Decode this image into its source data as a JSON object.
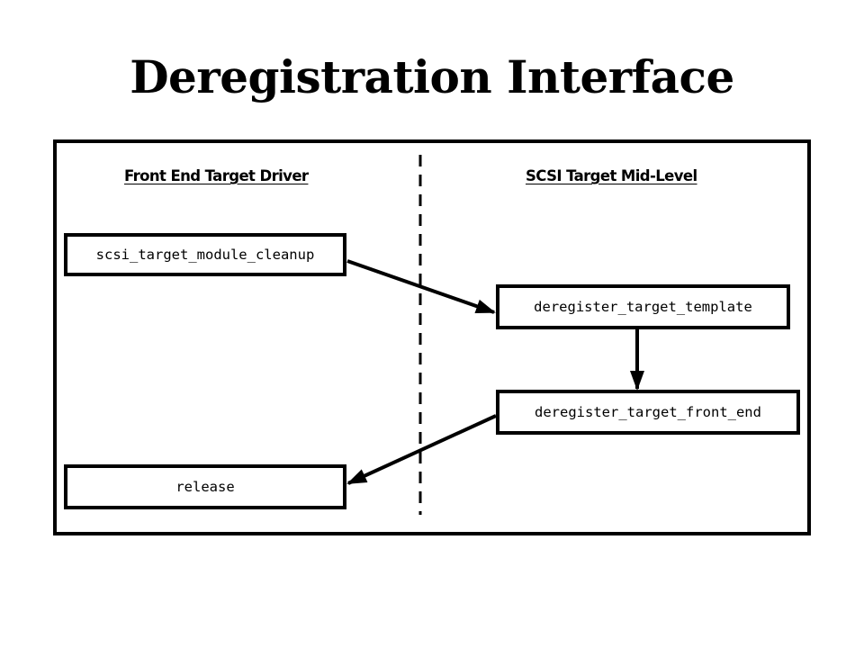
{
  "slide": {
    "title": "Deregistration Interface"
  },
  "diagram": {
    "lanes": {
      "left": "Front End Target Driver",
      "right": "SCSI Target Mid-Level"
    },
    "nodes": {
      "cleanup": "scsi_target_module_cleanup",
      "dereg_template": "deregister_target_template",
      "dereg_front_end": "deregister_target_front_end",
      "release": "release"
    },
    "edges": [
      {
        "from": "scsi_target_module_cleanup",
        "to": "deregister_target_template"
      },
      {
        "from": "deregister_target_template",
        "to": "deregister_target_front_end"
      },
      {
        "from": "deregister_target_front_end",
        "to": "release"
      }
    ]
  }
}
